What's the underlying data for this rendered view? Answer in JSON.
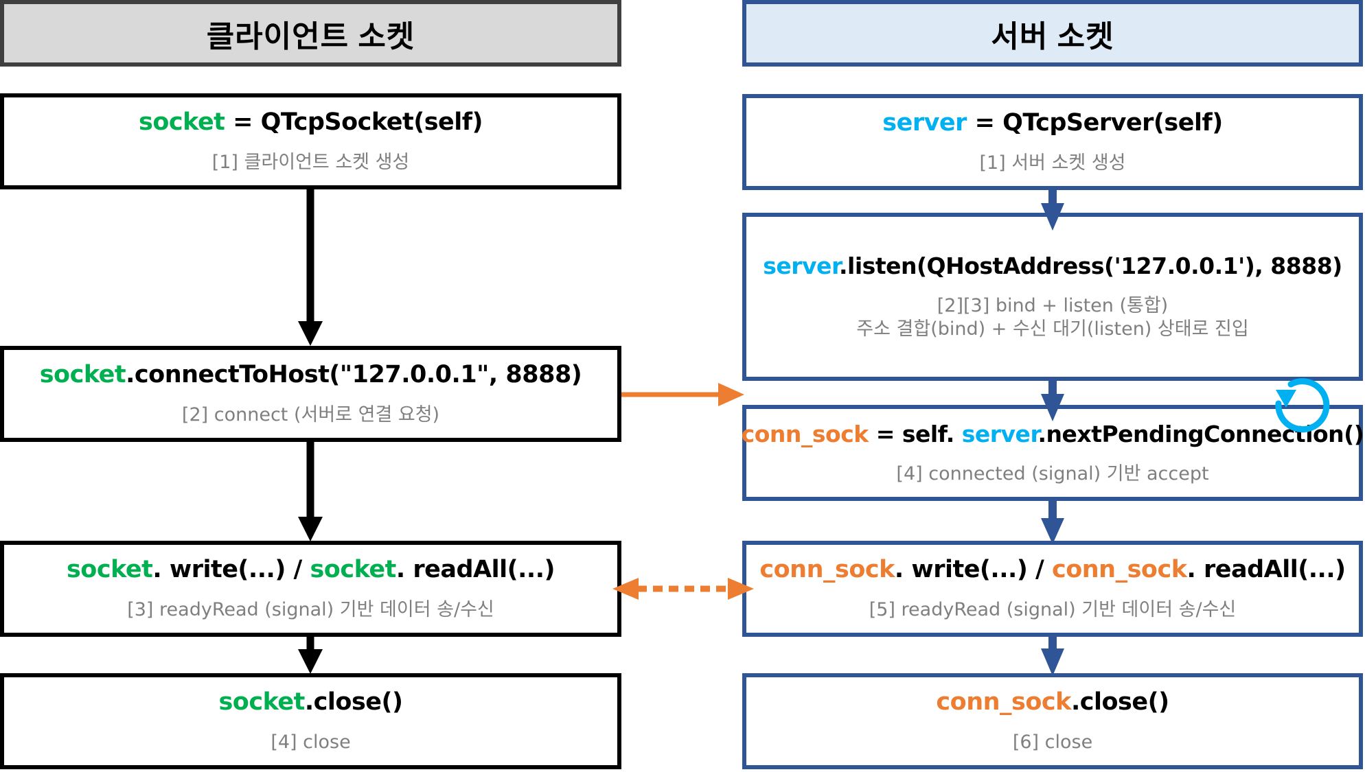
{
  "columns": {
    "client_title": "클라이언트 소켓",
    "server_title": "서버 소켓"
  },
  "colors": {
    "client_border": "#000000",
    "server_border": "#2F5597",
    "client_var": "#00B050",
    "server_var": "#00B0F0",
    "conn_var": "#ED7D31",
    "desc_text": "#7F7F7F"
  },
  "client": {
    "step1": {
      "var": "socket",
      "code": " = QTcpSocket(self)",
      "desc": "[1] 클라이언트 소켓 생성"
    },
    "step2": {
      "var": "socket",
      "code": ".connectToHost(\"127.0.0.1\", 8888)",
      "desc": "[2] connect (서버로 연결 요청)"
    },
    "step3": {
      "var1": "socket",
      "code1": ". write(...) / ",
      "var2": "socket",
      "code2": ". readAll(...)",
      "desc": "[3] readyRead (signal) 기반 데이터 송/수신"
    },
    "step4": {
      "var": "socket",
      "code": ".close()",
      "desc": "[4] close"
    }
  },
  "server": {
    "step1": {
      "var": "server",
      "code": " = QTcpServer(self)",
      "desc": "[1] 서버 소켓 생성"
    },
    "step2": {
      "var": "server",
      "code": ".listen(QHostAddress('127.0.0.1'), 8888)",
      "desc1": "[2][3] bind + listen (통합)",
      "desc2": "주소 결합(bind) + 수신 대기(listen) 상태로 진입"
    },
    "step3": {
      "var1": "conn_sock",
      "code1": " = self. ",
      "var2": "server",
      "code2": ".nextPendingConnection()",
      "desc": "[4] connected (signal) 기반 accept"
    },
    "step4": {
      "var1": "conn_sock",
      "code1": ". write(...) / ",
      "var2": "conn_sock",
      "code2": ". readAll(...)",
      "desc": "[5] readyRead (signal) 기반 데이터 송/수신"
    },
    "step5": {
      "var": "conn_sock",
      "code": ".close()",
      "desc": "[6] close"
    }
  }
}
